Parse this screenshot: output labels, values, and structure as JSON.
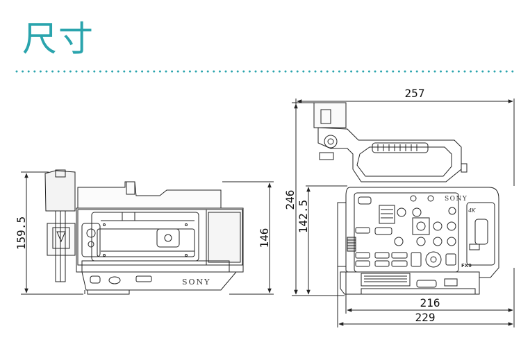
{
  "page": {
    "title": "尺寸",
    "accent_color": "#2aa4ad",
    "line_color": "#222222"
  },
  "side_view": {
    "height_total": "159.5",
    "height_body": "146",
    "brand_label": "SONY"
  },
  "front_view": {
    "width_total": "257",
    "height_total": "246",
    "height_body": "142.5",
    "width_body": "216",
    "width_base": "229",
    "brand_label": "SONY",
    "model_label": "FX9",
    "badge_label": "4K"
  }
}
